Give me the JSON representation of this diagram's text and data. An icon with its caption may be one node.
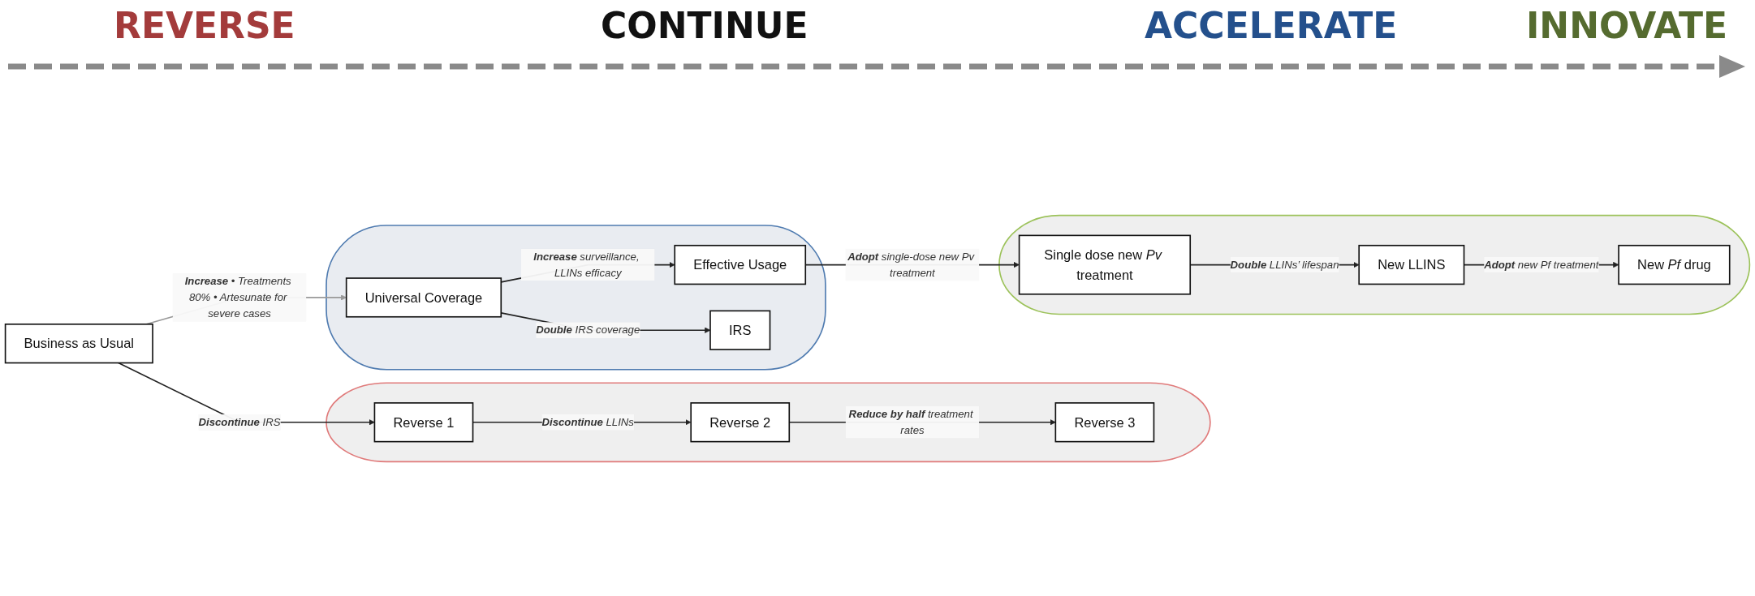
{
  "diagram": {
    "nodes": [
      {
        "text": [],
        "shape": "oval"
      },
      {
        "text": [
          "Reverse 1"
        ],
        "in": 0
      },
      {
        "text": [
          "Reverse 2"
        ],
        "in": 0
      },
      {
        "text": [
          "Reverse 3"
        ],
        "in": 0
      },
      {
        "text": [
          "Business as Usual"
        ]
      },
      {
        "text": [],
        "shape": "oval"
      },
      {
        "text": [
          "Effective Usage"
        ],
        "in": 5
      },
      {
        "text": [
          "Universal Coverage"
        ],
        "in": 5
      },
      {
        "text": [
          "IRS"
        ],
        "in": 5
      },
      {
        "text": [],
        "shape": "oval"
      },
      {
        "text": [
          "New *Pf* drug"
        ],
        "in": 9
      },
      {
        "text": [
          "New LLINS"
        ],
        "in": 9
      },
      {
        "text": [
          "Single dose new *Pv* treatment"
        ],
        "in": 9
      }
    ],
    "edges": [
      {
        "from": 4,
        "to": 1,
        "arrow": "to",
        "label": "**Discontinue** IRS"
      },
      {
        "from": 1,
        "to": 2,
        "arrow": "to",
        "label": "**Discontinue** LLINs"
      },
      {
        "from": 2,
        "to": 3,
        "arrow": "to",
        "label": "**Reduce by half** treatment rates"
      },
      {
        "from": 4,
        "to": 7,
        "arrow": "to",
        "label": "**Increase** • Treatments 80% • Artesunate for severe cases",
        "color": "#999999"
      },
      {
        "from": 7,
        "to": 6,
        "arrow": "to",
        "label": "**Increase** surveillance, LLINs efficacy"
      },
      {
        "from": 7,
        "to": 8,
        "arrow": "to",
        "label": "**Double** IRS coverage"
      },
      {
        "from": 6,
        "to": 12,
        "arrow": "to",
        "label": "**Adopt** single-dose new Pv treatment"
      },
      {
        "from": 12,
        "to": 11,
        "arrow": "to",
        "label": "**Double** LLINs’ lifespan"
      },
      {
        "from": 11,
        "to": 10,
        "arrow": "to",
        "label": "**Adopt** new Pf treatment"
      }
    ],
    "labels": [
      "REVERSE",
      "CONTINUE",
      "ACCELERATE",
      "INNOVATE"
    ]
  }
}
